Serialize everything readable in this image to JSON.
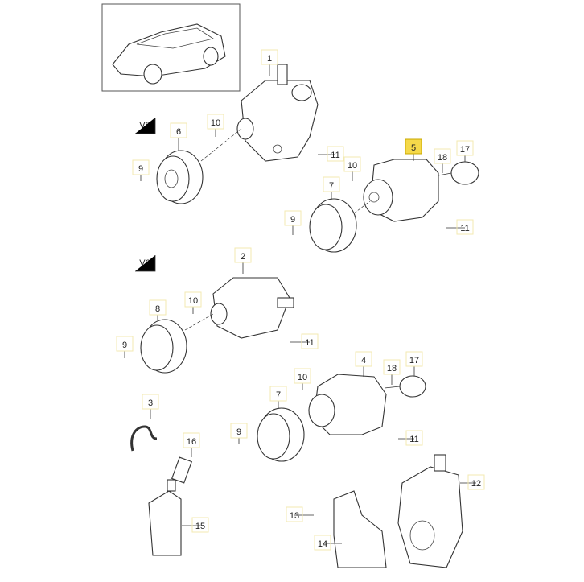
{
  "highlight_color": "#f5d94a",
  "section_labels": [
    "V8",
    "V6"
  ],
  "callouts": [
    "1",
    "10",
    "6",
    "11",
    "9",
    "5",
    "18",
    "17",
    "10",
    "7",
    "9",
    "11",
    "2",
    "10",
    "8",
    "11",
    "9",
    "4",
    "18",
    "17",
    "10",
    "7",
    "11",
    "9",
    "3",
    "16",
    "12",
    "13",
    "15",
    "14"
  ],
  "highlighted_callout": "5"
}
